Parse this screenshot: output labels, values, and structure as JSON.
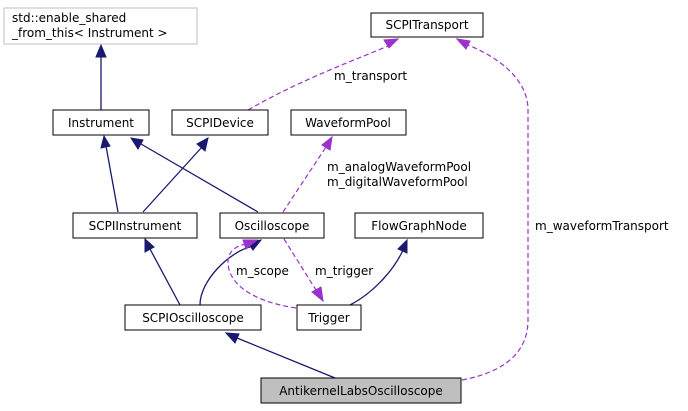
{
  "nodes": {
    "enable_shared_line1": "std::enable_shared",
    "enable_shared_line2": "_from_this< Instrument >",
    "scpi_transport": "SCPITransport",
    "instrument": "Instrument",
    "scpi_device": "SCPIDevice",
    "waveform_pool": "WaveformPool",
    "scpi_instrument": "SCPIInstrument",
    "oscilloscope": "Oscilloscope",
    "flow_graph_node": "FlowGraphNode",
    "scpi_oscilloscope": "SCPIOscilloscope",
    "trigger": "Trigger",
    "antikernel": "AntikernelLabsOscilloscope"
  },
  "edge_labels": {
    "transport": "m_transport",
    "analog_pool": "m_analogWaveformPool",
    "digital_pool": "m_digitalWaveformPool",
    "scope": "m_scope",
    "trigger": "m_trigger",
    "waveform_transport": "m_waveformTransport"
  }
}
